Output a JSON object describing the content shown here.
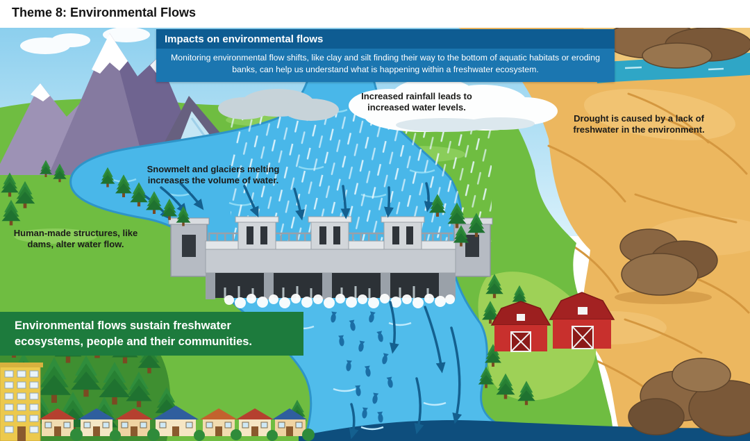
{
  "page": {
    "title": "Theme 8: Environmental Flows"
  },
  "infobox": {
    "title": "Impacts on environmental flows",
    "body": "Monitoring environmental flow shifts, like clay and silt finding their way to the bottom of aquatic habitats or eroding banks, can help us understand what is happening within a freshwater ecosystem."
  },
  "annotations": {
    "rainfall": "Increased rainfall leads to increased water levels.",
    "drought": "Drought is caused by a lack of freshwater in the environment.",
    "snowmelt": "Snowmelt and glaciers melting increases the volume of water.",
    "dams": "Human-made structures, like dams, alter water flow."
  },
  "banner": {
    "text": "Environmental flows sustain freshwater ecosystems, people and their communities."
  },
  "colors": {
    "infobox_header": "#0e5c92",
    "infobox_body": "#1b76b0",
    "banner_green": "#1d7b3d",
    "annotation_text": "#1b1b19",
    "sky_blue": "#9bd6f0",
    "water_blue": "#49b7e9",
    "deep_water": "#0e4e7d",
    "grass_green": "#6fbd41",
    "sand_tan": "#ecb75f"
  }
}
